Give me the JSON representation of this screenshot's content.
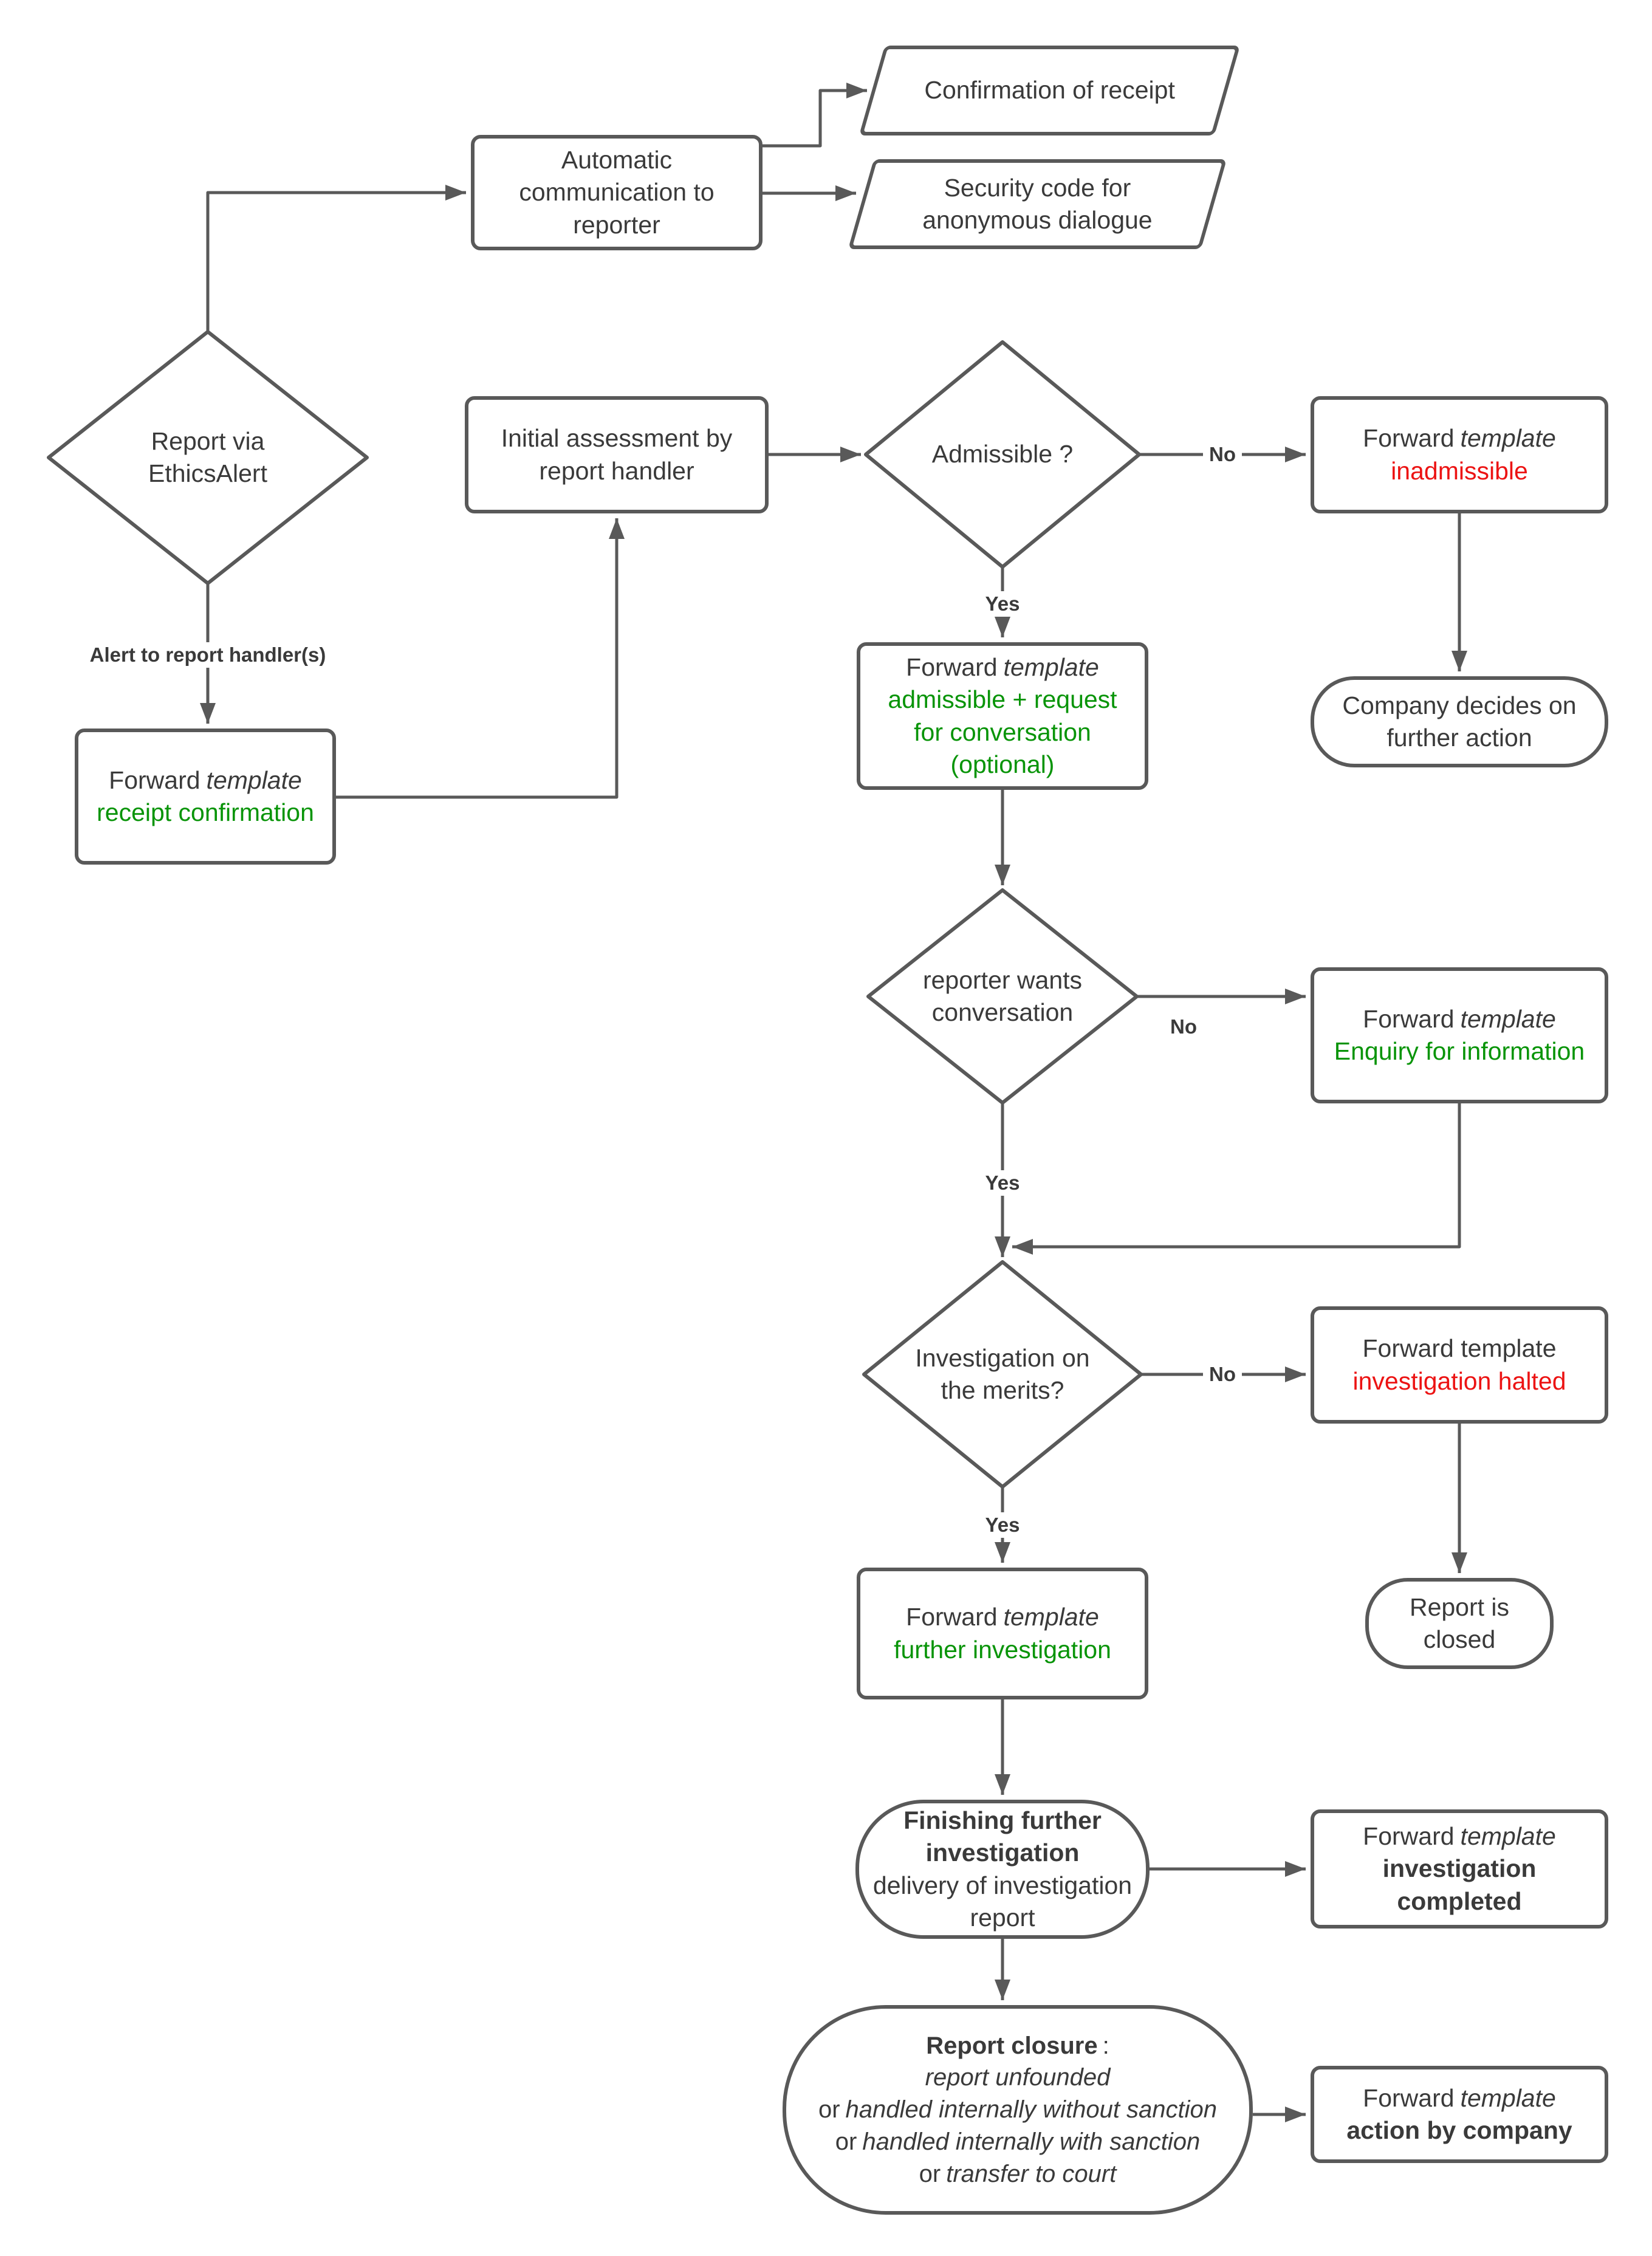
{
  "nodes": {
    "auto_comm": {
      "line1": "Automatic",
      "line2": "communication to",
      "line3": "reporter"
    },
    "confirmation": {
      "label": "Confirmation of receipt"
    },
    "security": {
      "line1": "Security code for",
      "line2": "anonymous dialogue"
    },
    "report_via": {
      "line1": "Report via",
      "line2": "EthicsAlert"
    },
    "fwd_receipt": {
      "prefix": "Forward",
      "template": "template",
      "detail": "receipt confirmation"
    },
    "initial": {
      "line1": "Initial assessment by",
      "line2": "report handler"
    },
    "admissible": {
      "label": "Admissible ?"
    },
    "fwd_inadmissible": {
      "prefix": "Forward",
      "template": "template",
      "detail": "inadmissible"
    },
    "company_decides": {
      "line1": "Company decides on",
      "line2": "further action"
    },
    "fwd_admissible": {
      "prefix": "Forward",
      "template": "template",
      "detail1": "admissible + request",
      "detail2": "for conversation",
      "detail3": "(optional)"
    },
    "reporter_wants": {
      "line1": "reporter wants",
      "line2": "conversation"
    },
    "fwd_enquiry": {
      "prefix": "Forward",
      "template": "template",
      "detail": "Enquiry for information"
    },
    "investigation": {
      "line1": "Investigation on",
      "line2": "the merits?"
    },
    "fwd_halted": {
      "line1": "Forward template",
      "detail": "investigation halted"
    },
    "report_closed": {
      "line1": "Report is",
      "line2": "closed"
    },
    "fwd_further": {
      "prefix": "Forward",
      "template": "template",
      "detail": "further investigation"
    },
    "finishing": {
      "bold1": "Finishing further",
      "bold2": "investigation",
      "line3": "delivery of investigation",
      "line4": "report"
    },
    "fwd_completed": {
      "prefix": "Forward",
      "template": "template",
      "bold1": "investigation",
      "bold2": "completed"
    },
    "report_closure": {
      "title": "Report closure",
      "colon": ":",
      "line2": "report unfounded",
      "or1": "or",
      "line3": "handled internally without sanction",
      "or2": "or",
      "line4": "handled internally with sanction",
      "or3": "or",
      "line5": "transfer to court"
    },
    "fwd_action": {
      "prefix": "Forward",
      "template": "template",
      "bold": "action by company"
    }
  },
  "edge_labels": {
    "alert": "Alert to report handler(s)",
    "yes1": "Yes",
    "yes2": "Yes",
    "yes3": "Yes",
    "no1": "No",
    "no2": "No",
    "no3": "No"
  },
  "colors": {
    "line": "#595959",
    "text": "#3a3a3a",
    "green": "#089408",
    "red": "#ec1313",
    "background": "#ffffff"
  }
}
